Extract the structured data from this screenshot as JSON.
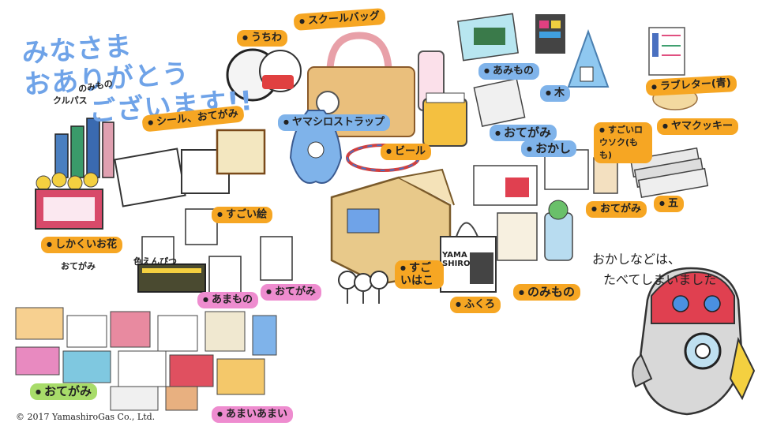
{
  "title_lines": [
    "みなさま",
    "おありがとう",
    "ございます!!"
  ],
  "labels": {
    "uchiwa": "うちわ",
    "schoolbag": "スクールバッグ",
    "amimono": "あみもの",
    "ki": "木",
    "loveletter": "ラブレター(青)",
    "yamacookie": "ヤマクッキー",
    "sugoi_wax": "すごいロウソク(もも)",
    "clippers": "クルパス",
    "nomimono": "のみもの",
    "seal_letter": "シール、おてがみ",
    "yamahiro_strap": "ヤマシロストラップ",
    "beer": "ビール",
    "letter1": "おてがみ",
    "okashi": "おかし",
    "letter2": "おてがみ",
    "go": "五",
    "sugoi_e": "すごい絵",
    "flowers": "しかくいお花",
    "letter3": "おてがみ",
    "pencil": "色えんぴつ",
    "amamono": "あまもの",
    "letter4": "おてがみ",
    "sugoi_hako": "すごいはこ",
    "fukuro": "ふくろ",
    "nomono": "のみもの",
    "letter5": "おてがみ",
    "amaiamai": "あまいあまい"
  },
  "note_lines": [
    "おかしなどは、",
    "たべてしまいました"
  ],
  "bag_text": [
    "YAMA",
    "SHIRO"
  ],
  "copyright": "© 2017 YamashiroGas Co., Ltd."
}
